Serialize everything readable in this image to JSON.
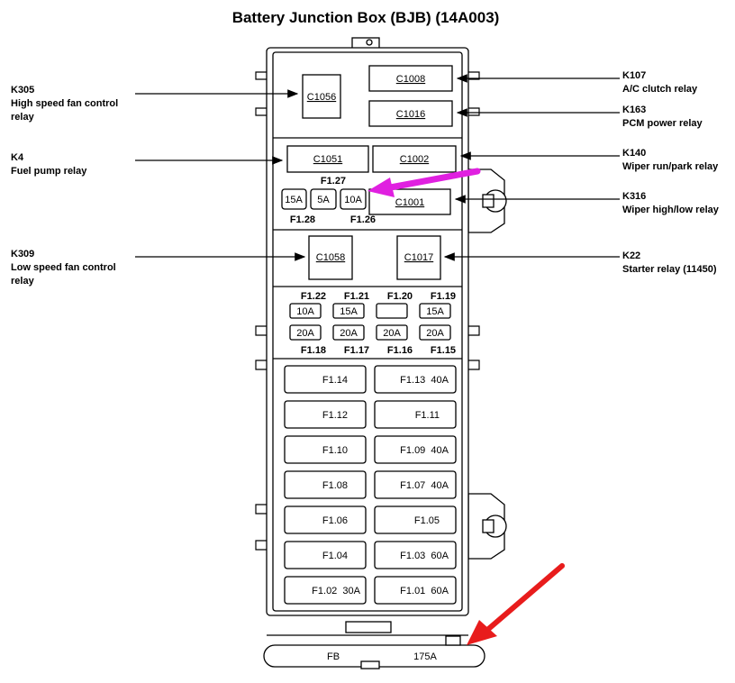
{
  "title": "Battery Junction Box (BJB) (14A003)",
  "relays": {
    "k305": {
      "code": "K305",
      "line1": "High speed fan control",
      "line2": "relay"
    },
    "k4": {
      "code": "K4",
      "line1": "Fuel pump relay"
    },
    "k309": {
      "code": "K309",
      "line1": "Low speed fan control",
      "line2": "relay"
    },
    "k107": {
      "code": "K107",
      "line1": "A/C clutch relay"
    },
    "k163": {
      "code": "K163",
      "line1": "PCM power relay"
    },
    "k140": {
      "code": "K140",
      "line1": "Wiper run/park relay"
    },
    "k316": {
      "code": "K316",
      "line1": "Wiper high/low relay"
    },
    "k22": {
      "code": "K22",
      "line1": "Starter relay (11450)"
    }
  },
  "connectors": {
    "c1056": "C1056",
    "c1008": "C1008",
    "c1016": "C1016",
    "c1051": "C1051",
    "c1002": "C1002",
    "c1001": "C1001",
    "c1058": "C1058",
    "c1017": "C1017"
  },
  "small_fuses": {
    "f127_label": "F1.27",
    "f128_label": "F1.28",
    "f126_label": "F1.26",
    "f128_amp": "15A",
    "f127_amp": "5A",
    "f126_amp": "10A"
  },
  "mini_fuses_top": {
    "labels": [
      "F1.22",
      "F1.21",
      "F1.20",
      "F1.19"
    ],
    "amps": [
      "10A",
      "15A",
      "",
      "15A"
    ]
  },
  "mini_fuses_bottom": {
    "labels": [
      "F1.18",
      "F1.17",
      "F1.16",
      "F1.15"
    ],
    "amps": [
      "20A",
      "20A",
      "20A",
      "20A"
    ]
  },
  "maxi_fuses": {
    "left": [
      "F1.14",
      "F1.12",
      "F1.10",
      "F1.08",
      "F1.06",
      "F1.04",
      "F1.02  30A"
    ],
    "right": [
      "F1.13  40A",
      "F1.11",
      "F1.09  40A",
      "F1.07  40A",
      "F1.05",
      "F1.03  60A",
      "F1.01  60A"
    ]
  },
  "bottom": {
    "fb": "FB",
    "amp": "175A"
  },
  "colors": {
    "magenta_arrow": "#e020e0",
    "red_arrow": "#e81c1c"
  }
}
